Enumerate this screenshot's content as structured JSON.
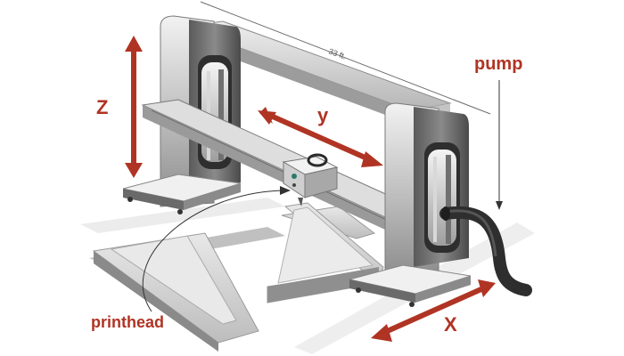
{
  "labels": {
    "dimension": "33 ft.",
    "z": "Z",
    "y": "y",
    "x": "X",
    "pump": "pump",
    "printhead": "printhead"
  },
  "colors": {
    "accent": "#b03424",
    "frame_dark": "#3a3a3a",
    "frame_mid": "#9a9a9a",
    "frame_light": "#dcdcdc",
    "printed_material": "#d6d6d6"
  }
}
